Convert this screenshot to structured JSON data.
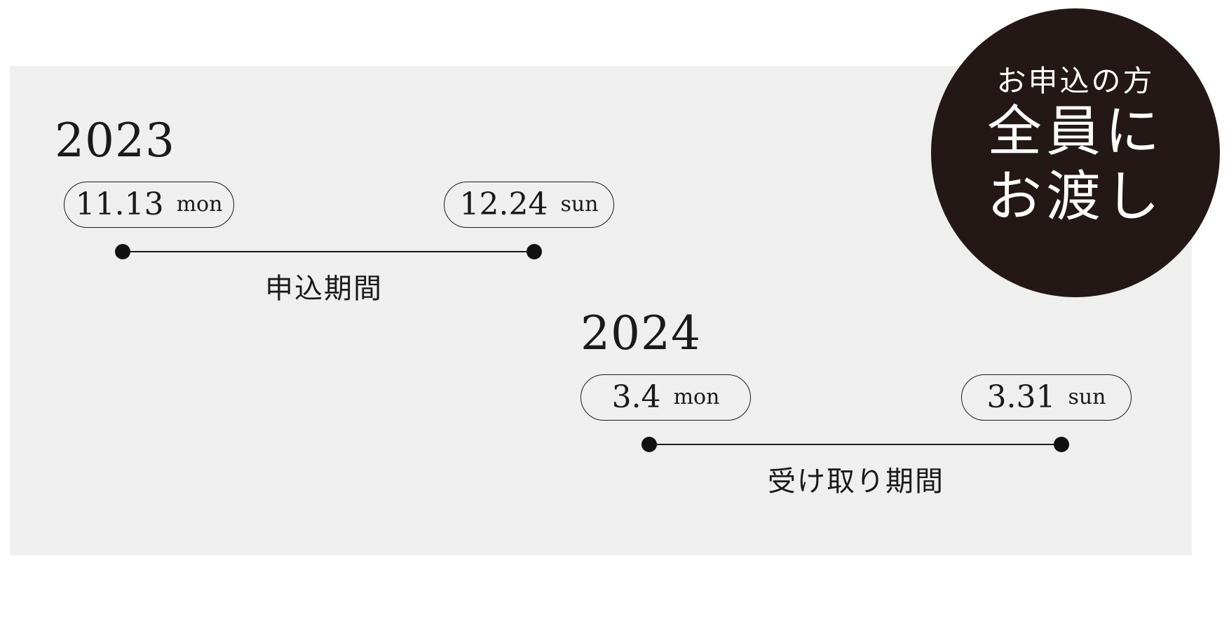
{
  "badge": {
    "line1": "お申込の方",
    "line2": "全員に",
    "line3": "お渡し",
    "bg_color": "#231815",
    "text_color": "#ffffff"
  },
  "application": {
    "year": "2023",
    "start": {
      "date": "11.13",
      "weekday": "mon"
    },
    "end": {
      "date": "12.24",
      "weekday": "sun"
    },
    "label": "申込期間"
  },
  "pickup": {
    "year": "2024",
    "start": {
      "date": "3.4",
      "weekday": "mon"
    },
    "end": {
      "date": "3.31",
      "weekday": "sun"
    },
    "label": "受け取り期間"
  },
  "colors": {
    "panel_bg": "#efefef",
    "ink": "#1a1a1a"
  }
}
